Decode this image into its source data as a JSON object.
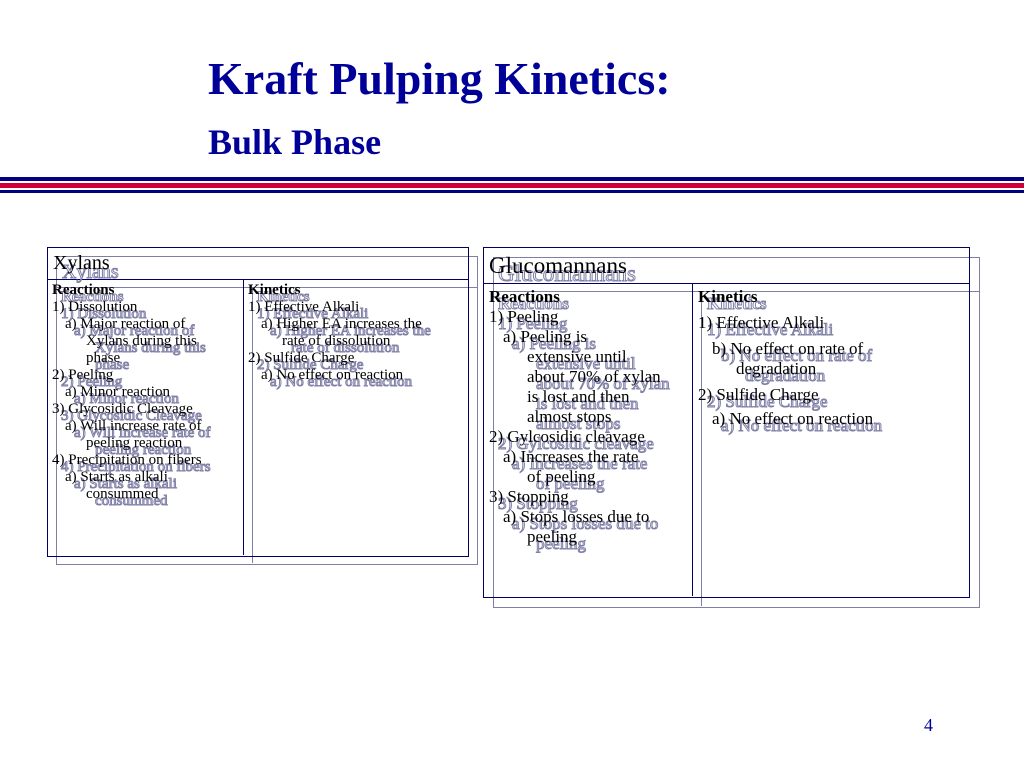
{
  "slide": {
    "title": "Kraft Pulping Kinetics:",
    "subtitle": "Bulk Phase",
    "page_number": "4"
  },
  "xylans": {
    "header": "Xylans",
    "reactions_header": "Reactions",
    "kinetics_header": "Kinetics",
    "reactions": [
      "1)  Dissolution",
      "a) Major reaction of",
      "Xylans during this",
      "phase",
      "2)  Peeling",
      "a) Minor reaction",
      "3)  Glycosidic Cleavage",
      "a) Will increase rate of",
      "peeling reaction",
      "4)  Precipitation on fibers",
      "a) Starts as alkali",
      "consummed"
    ],
    "kinetics": [
      "1)  Effective Alkali",
      "a) Higher EA increases the",
      "rate of dissolution",
      "2)  Sulfide Charge",
      "a) No effect on reaction"
    ]
  },
  "glucomannans": {
    "header": "Glucomannans",
    "reactions_header": "Reactions",
    "kinetics_header": "Kinetics",
    "reactions": [
      "1) Peeling",
      "a) Peeling is",
      "extensive until",
      "about 70% of xylan",
      "is lost and then",
      "almost stops",
      "2) Gylcosidic cleavage",
      "a) Increases the rate",
      "of peeling",
      "3) Stopping",
      "a) Stops losses due to",
      "peeling"
    ],
    "kinetics": [
      "1) Effective Alkali",
      "b) No effect on rate of",
      "degradation",
      "2) Sulfide Charge",
      "a) No effect on reaction"
    ]
  },
  "colors": {
    "title": "#000099",
    "rule_blue": "#000080",
    "rule_red": "#cc0033"
  }
}
